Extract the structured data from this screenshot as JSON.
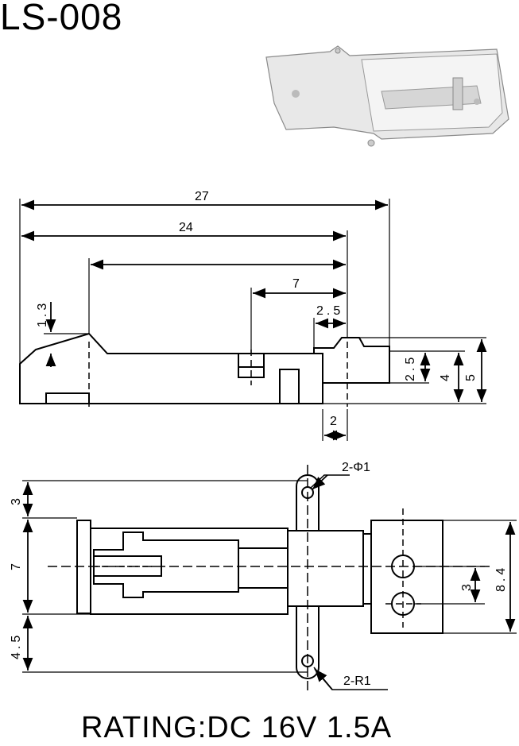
{
  "title": "LS-008",
  "rating": "RATING:DC 16V 1.5A",
  "side_view": {
    "dims": {
      "d27": "27",
      "d24": "24",
      "d7": "7",
      "d2_5_top": "2.5",
      "d1_3": "1.3",
      "d2_5_right": "2.5",
      "d4": "4",
      "d5": "5",
      "d2_bottom": "2"
    }
  },
  "top_view": {
    "dims": {
      "d3_left": "3",
      "d7_left": "7",
      "d4_5_left": "4.5",
      "d3_right": "3",
      "d8_4": "8.4"
    },
    "callouts": {
      "holes": "2-Φ1",
      "radius": "2-R1"
    }
  }
}
